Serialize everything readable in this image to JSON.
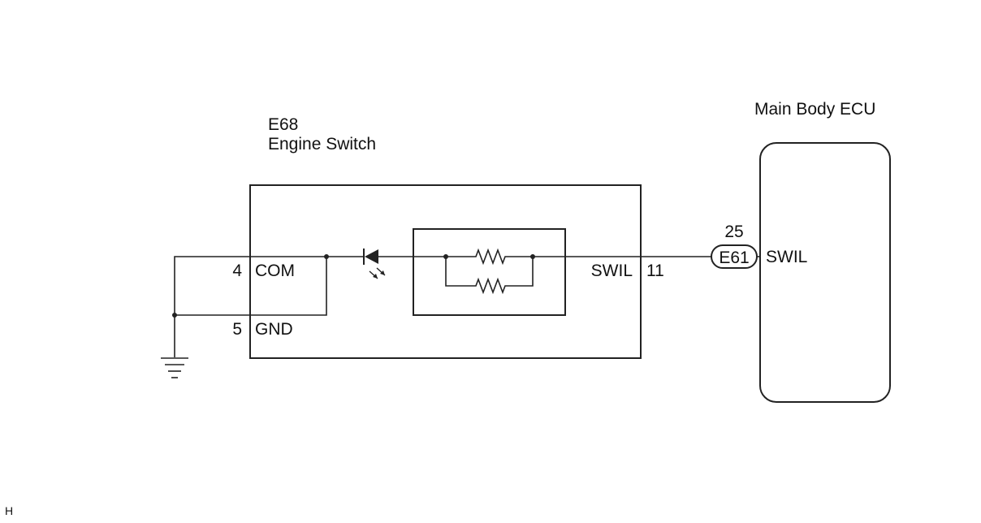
{
  "engine_switch": {
    "connector": "E68",
    "name": "Engine Switch",
    "pins": [
      {
        "number": "4",
        "name": "COM"
      },
      {
        "number": "5",
        "name": "GND"
      },
      {
        "number": "11",
        "name": "SWIL"
      }
    ]
  },
  "ecu": {
    "name": "Main Body ECU",
    "connector": "E61",
    "pin": {
      "number": "25",
      "name": "SWIL"
    }
  },
  "footer": {
    "code": "H"
  }
}
